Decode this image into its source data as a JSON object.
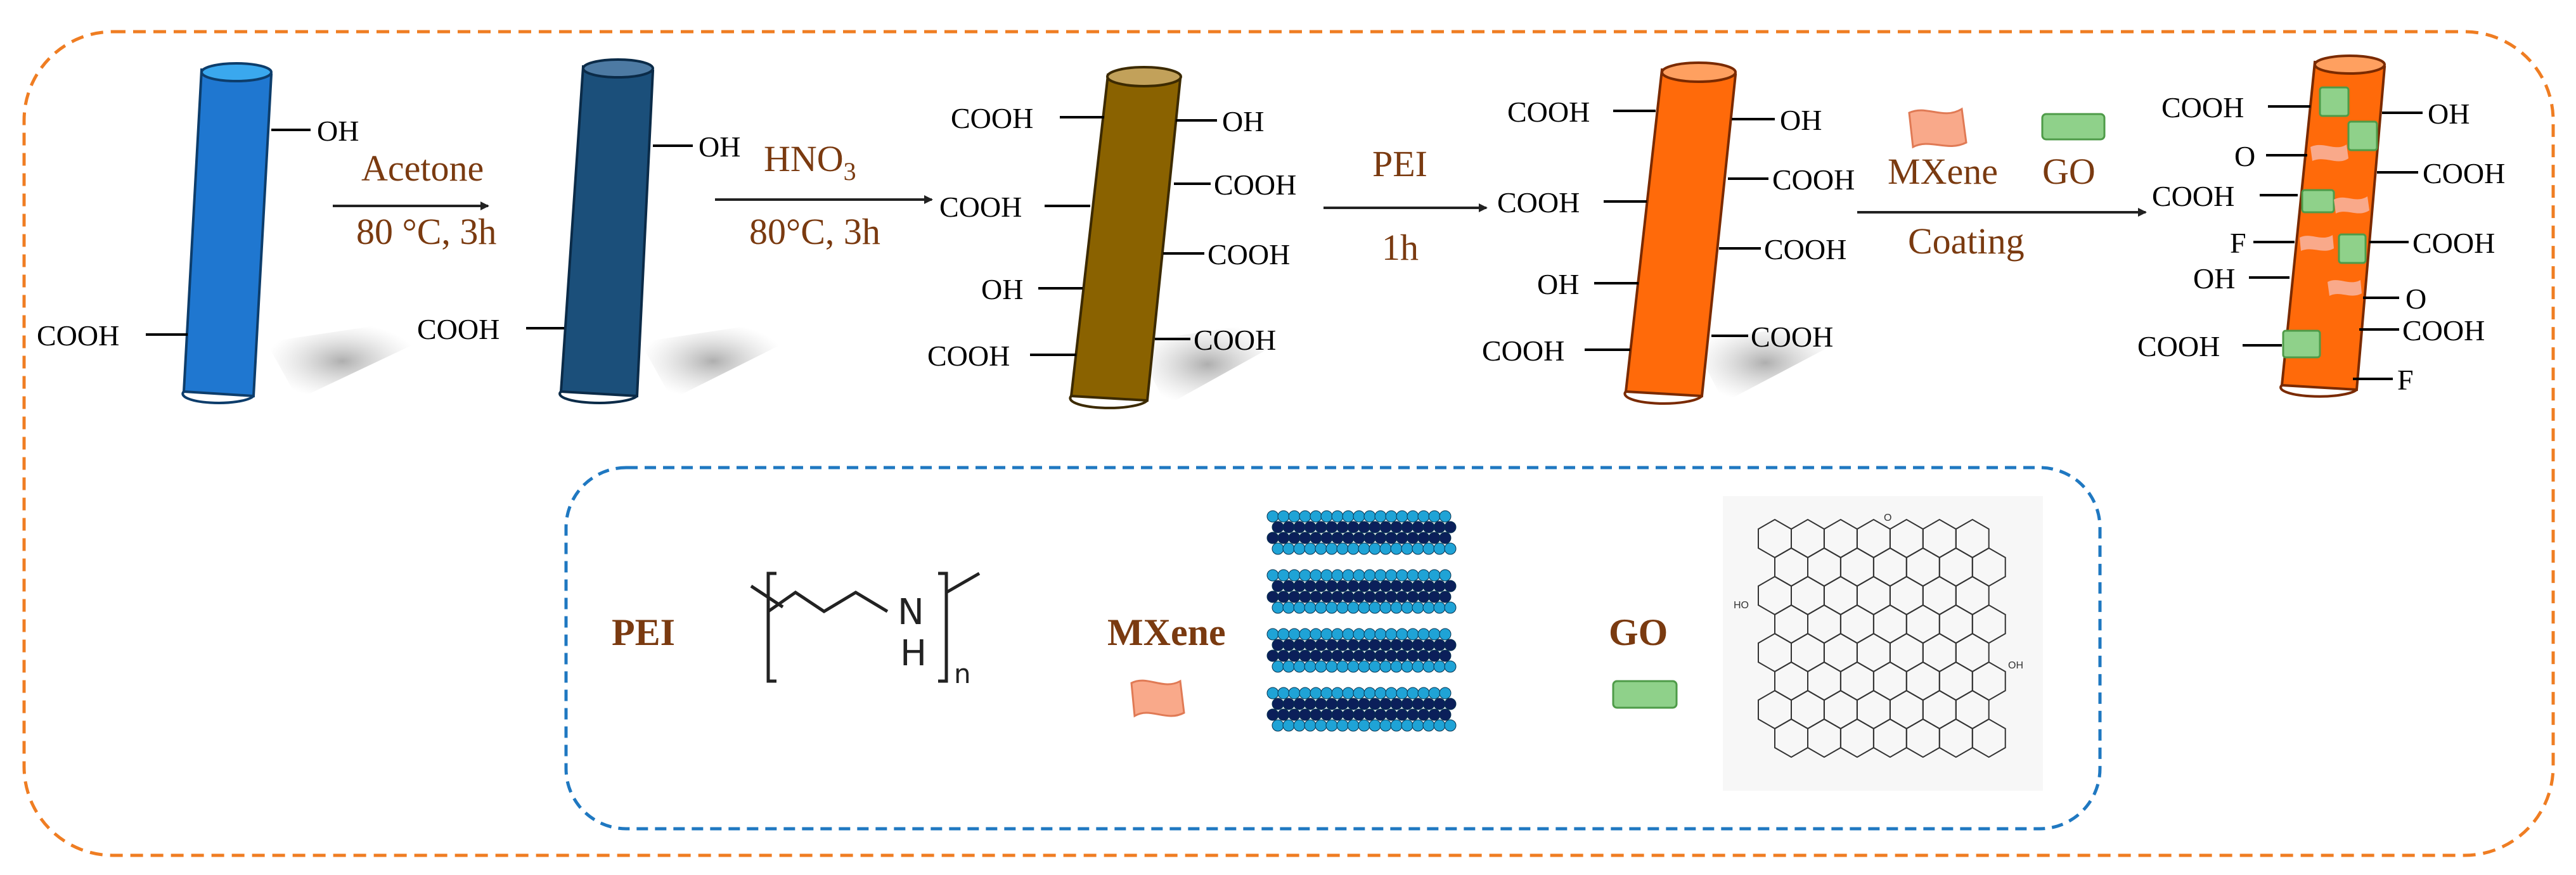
{
  "colors": {
    "outer_border": "#ef7d22",
    "inner_border": "#1f78c1",
    "condition_text": "#7a3a10",
    "fiber_1": "#1f77d0",
    "fiber_2": "#1b4f7a",
    "fiber_3": "#8a6200",
    "fiber_4": "#ff6a0a",
    "fiber_5": "#ff6a0a",
    "mxene_flake": "#f9a98a",
    "go_sheet": "#8fd18a",
    "mxene_layer": "#1fa3d6"
  },
  "steps": [
    {
      "reagent": "Acetone",
      "condition": "80 °C, 3h"
    },
    {
      "reagent": "HNO",
      "reagent_sub": "3",
      "condition": "80°C,  3h"
    },
    {
      "reagent": "PEI",
      "condition": "1h"
    },
    {
      "reagent_a": "MXene",
      "reagent_b": "GO",
      "condition": "Coating"
    }
  ],
  "fibers": [
    {
      "labels": [
        "OH",
        "COOH"
      ]
    },
    {
      "labels": [
        "OH",
        "COOH"
      ]
    },
    {
      "labels": [
        "COOH",
        "OH",
        "COOH",
        "COOH",
        "COOH",
        "OH",
        "COOH",
        "COOH"
      ]
    },
    {
      "labels": [
        "COOH",
        "OH",
        "COOH",
        "COOH",
        "COOH",
        "OH",
        "COOH",
        "COOH"
      ]
    },
    {
      "labels": [
        "COOH",
        "OH",
        "O",
        "COOH",
        "COOH",
        "F",
        "COOH",
        "OH",
        "O",
        "COOH",
        "COOH",
        "F"
      ]
    }
  ],
  "legend": {
    "pei_label": "PEI",
    "pei_structure": {
      "n_atom": "N",
      "h_atom": "H",
      "subscript": "n"
    },
    "mxene_label": "MXene",
    "go_label": "GO",
    "go_structure_groups": [
      "HO",
      "OH",
      "O"
    ]
  }
}
